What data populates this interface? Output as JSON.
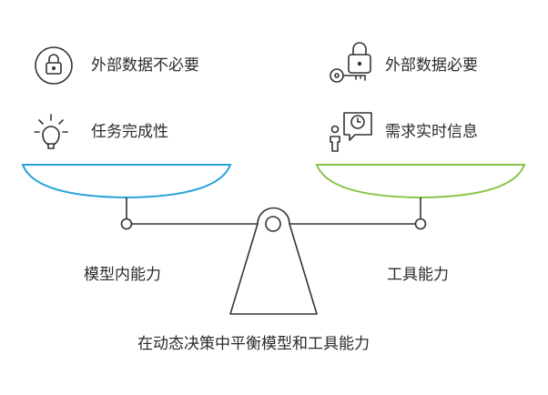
{
  "left": {
    "item1": "外部数据不必要",
    "item2": "任务完成性",
    "base": "模型内能力",
    "icon1": "padlock-icon",
    "icon2": "lightbulb-icon",
    "pan_color": "#29a3d8"
  },
  "right": {
    "item1": "外部数据必要",
    "item2": "需求实时信息",
    "base": "工具能力",
    "icon1": "lock-key-icon",
    "icon2": "person-clock-icon",
    "pan_color": "#8bc34a"
  },
  "caption": "在动态决策中平衡模型和工具能力"
}
